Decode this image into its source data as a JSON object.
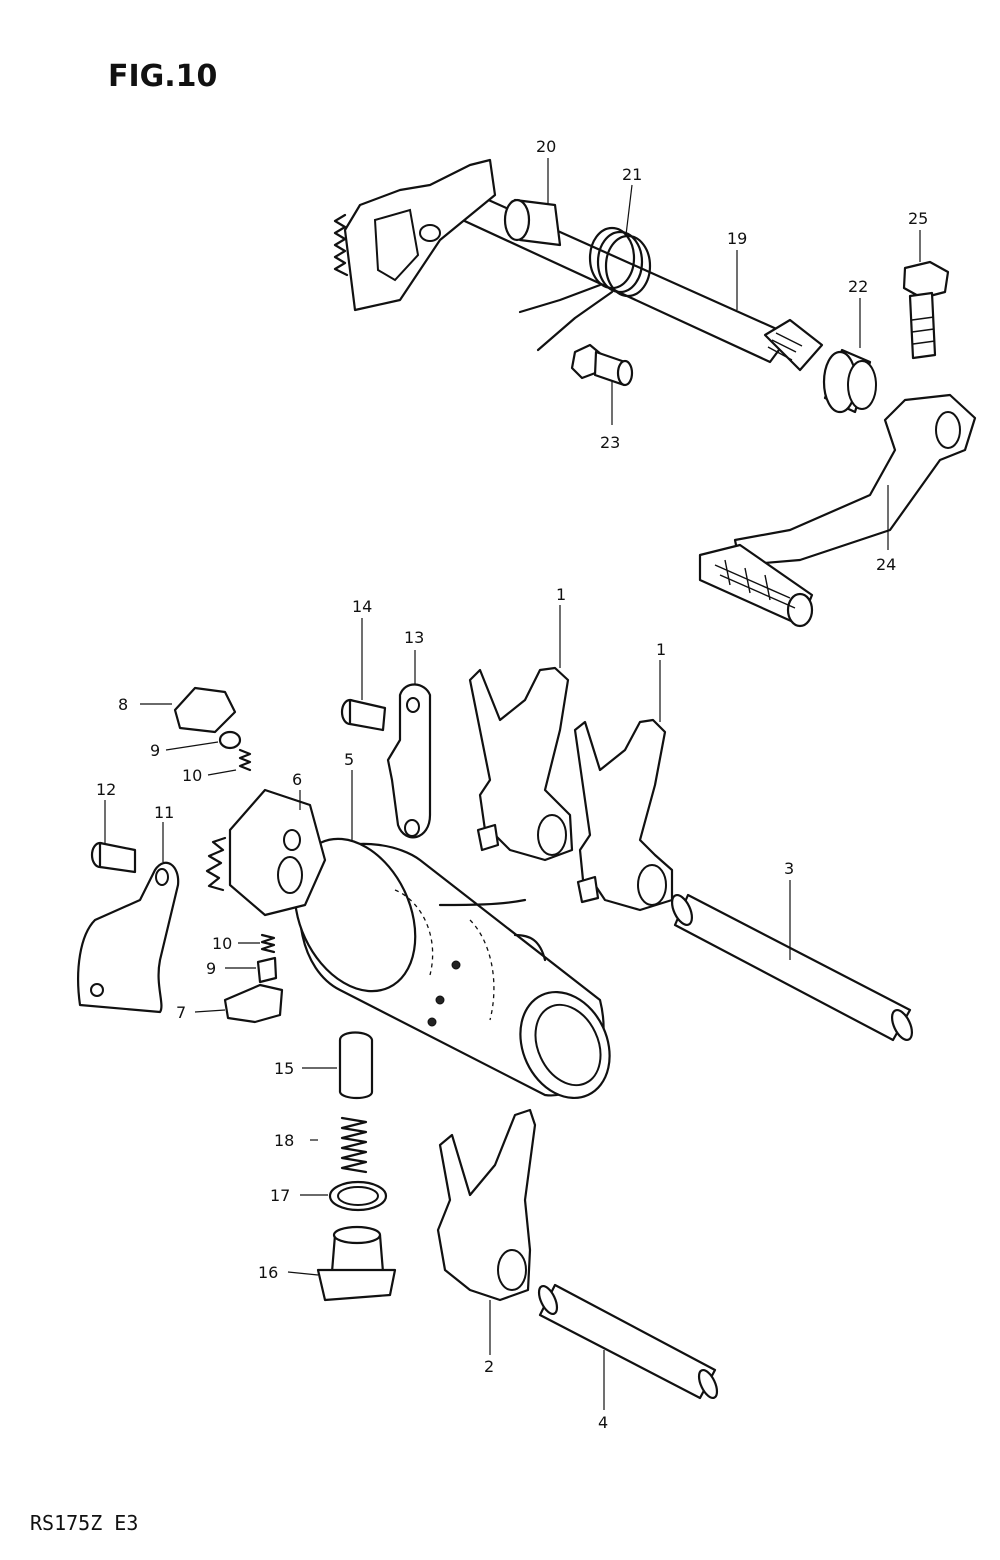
{
  "figure": {
    "title": "FIG.10",
    "footer": "RS175Z E3"
  },
  "callouts": {
    "c1a": "1",
    "c1b": "1",
    "c2": "2",
    "c3": "3",
    "c4": "4",
    "c5": "5",
    "c6": "6",
    "c7": "7",
    "c8": "8",
    "c9a": "9",
    "c9b": "9",
    "c10a": "10",
    "c10b": "10",
    "c11": "11",
    "c12": "12",
    "c13": "13",
    "c14": "14",
    "c15": "15",
    "c16": "16",
    "c17": "17",
    "c18": "18",
    "c19": "19",
    "c20": "20",
    "c21": "21",
    "c22": "22",
    "c23": "23",
    "c24": "24",
    "c25": "25"
  }
}
